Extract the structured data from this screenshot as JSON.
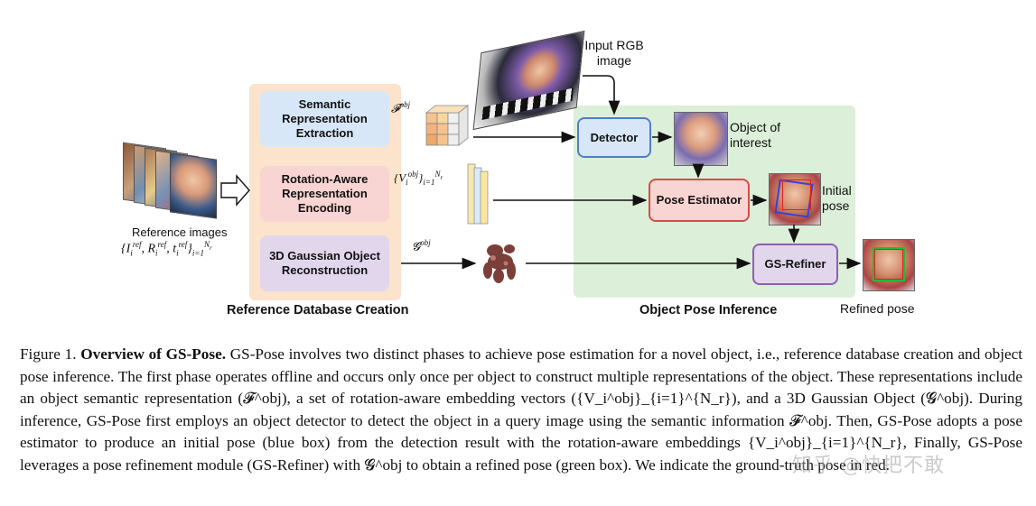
{
  "diagram": {
    "reference_images_label": "Reference images",
    "reference_images_math": "{I_i^ref, R_i^ref, t_i^ref}_{i=1}^{N_r}",
    "semantic_box": "Semantic Representation Extraction",
    "rotation_box": "Rotation-Aware Representation Encoding",
    "gaussian_box": "3D Gaussian Object Reconstruction",
    "ref_db_label": "Reference Database Creation",
    "f_obj_math": "𝓕^obj",
    "v_obj_math": "{V_i^obj}_{i=1}^{N_r}",
    "g_obj_math": "𝓖^obj",
    "input_rgb_label": "Input RGB image",
    "detector_box": "Detector",
    "object_of_interest_label": "Object of interest",
    "pose_estimator_box": "Pose Estimator",
    "initial_pose_label": "Initial pose",
    "gs_refiner_box": "GS-Refiner",
    "refined_pose_label": "Refined pose",
    "inference_label": "Object Pose Inference",
    "colors": {
      "ref_bg": "#fbe3cc",
      "inference_bg": "#dcefd8",
      "semantic": "#d7e7f8",
      "rotation": "#f8d4d2",
      "gaussian": "#e2d6ec",
      "detector_border": "#4f7fc2",
      "pose_border": "#d04f4a",
      "refiner_border": "#8d5fb5"
    }
  },
  "caption": {
    "figure_label": "Figure 1.",
    "title": "Overview of GS-Pose",
    "text": "GS-Pose involves two distinct phases to achieve pose estimation for a novel object, i.e., reference database creation and object pose inference. The first phase operates offline and occurs only once per object to construct multiple representations of the object. These representations include an object semantic representation (𝓕^obj), a set of rotation-aware embedding vectors ({V_i^obj}_{i=1}^{N_r}), and a 3D Gaussian Object (𝓖^obj). During inference, GS-Pose first employs an object detector to detect the object in a query image using the semantic information 𝓕^obj. Then, GS-Pose adopts a pose estimator to produce an initial pose (blue box) from the detection result with the rotation-aware embeddings {V_i^obj}_{i=1}^{N_r}, Finally, GS-Pose leverages a pose refinement module (GS-Refiner) with 𝓖^obj to obtain a refined pose (green box). We indicate the ground-truth pose in red."
  },
  "watermark": "知乎 @快把不敢"
}
